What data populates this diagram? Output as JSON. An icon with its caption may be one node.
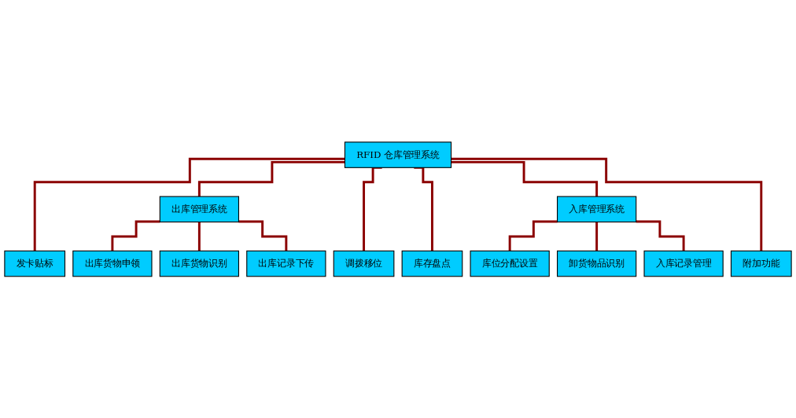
{
  "diagram": {
    "nodes": [
      {
        "text": [
          "RFID 仓库管理系统"
        ]
      },
      {
        "text": [
          "出库管理系统"
        ]
      },
      {
        "text": [
          "入库管理系统"
        ]
      },
      {
        "text": [
          "发卡贴标"
        ]
      },
      {
        "text": [
          "出库货物申领"
        ]
      },
      {
        "text": [
          "出库货物识别"
        ]
      },
      {
        "text": [
          "出库记录下传"
        ]
      },
      {
        "text": [
          "调拨移位"
        ]
      },
      {
        "text": [
          "库存盘点"
        ]
      },
      {
        "text": [
          "库位分配设置"
        ]
      },
      {
        "text": [
          "卸货物品识别"
        ]
      },
      {
        "text": [
          "入库记录管理"
        ]
      },
      {
        "text": [
          "附加功能"
        ]
      }
    ],
    "edges": [
      {
        "from": 0,
        "to": 3,
        "arrow": "none"
      },
      {
        "from": 0,
        "to": 1,
        "arrow": "none"
      },
      {
        "from": 0,
        "to": 7,
        "arrow": "none"
      },
      {
        "from": 0,
        "to": 8,
        "arrow": "none"
      },
      {
        "from": 0,
        "to": 2,
        "arrow": "none"
      },
      {
        "from": 0,
        "to": 12,
        "arrow": "none"
      },
      {
        "from": 1,
        "to": 4,
        "arrow": "none"
      },
      {
        "from": 1,
        "to": 5,
        "arrow": "none"
      },
      {
        "from": 1,
        "to": 6,
        "arrow": "none"
      },
      {
        "from": 2,
        "to": 9,
        "arrow": "none"
      },
      {
        "from": 2,
        "to": 10,
        "arrow": "none"
      },
      {
        "from": 2,
        "to": 11,
        "arrow": "none"
      }
    ]
  }
}
